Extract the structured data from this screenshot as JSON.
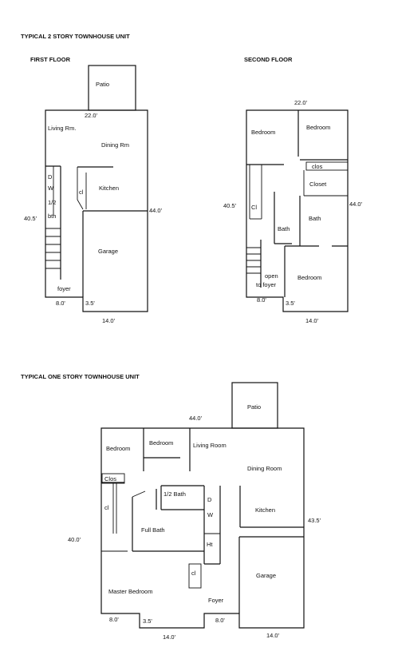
{
  "headings": {
    "two_story": "TYPICAL 2 STORY TOWNHOUSE UNIT",
    "first_floor": "FIRST FLOOR",
    "second_floor": "SECOND FLOOR",
    "one_story": "TYPICAL ONE STORY TOWNHOUSE UNIT"
  },
  "first_floor": {
    "rooms": {
      "patio": "Patio",
      "living": "Living Rm.",
      "dining": "Dining Rm",
      "kitchen": "Kitchen",
      "cl": "cl",
      "d": "D",
      "w": "W",
      "half": "1/2",
      "bth": "bth",
      "garage": "Garage",
      "foyer": "foyer"
    },
    "dims": {
      "top": "22.0'",
      "left": "40.5'",
      "right": "44.0'",
      "bottom_a": "8.0'",
      "bottom_b": "3.5'",
      "bottom_c": "14.0'"
    }
  },
  "second_floor": {
    "rooms": {
      "bedroom1": "Bedroom",
      "bedroom2": "Bedroom",
      "clos": "clos",
      "closet": "Closet",
      "cl": "Cl",
      "bath1": "Bath",
      "bath2": "Bath",
      "open": "open",
      "to_foyer": "to foyer",
      "bedroom3": "Bedroom"
    },
    "dims": {
      "top": "22.0'",
      "left": "40.5'",
      "right": "44.0'",
      "bottom_a": "8.0'",
      "bottom_b": "3.5'",
      "bottom_c": "14.0'"
    }
  },
  "one_story": {
    "rooms": {
      "patio": "Patio",
      "bedroom1": "Bedroom",
      "bedroom2": "Bedroom",
      "living": "Living Room",
      "dining": "Dining Room",
      "clos": "Clos",
      "cl1": "cl",
      "half_bath": "1/2 Bath",
      "d": "D",
      "w": "W",
      "kitchen": "Kitchen",
      "full_bath": "Full Bath",
      "ht": "Ht",
      "cl2": "cl",
      "master": "Master Bedroom",
      "foyer": "Foyer",
      "garage": "Garage"
    },
    "dims": {
      "top": "44.0'",
      "left": "40.0'",
      "right": "43.5'",
      "bottom_a": "8.0'",
      "bottom_b": "3.5'",
      "bottom_c": "14.0'",
      "bottom_d": "8.0'",
      "bottom_e": "14.0'"
    }
  }
}
